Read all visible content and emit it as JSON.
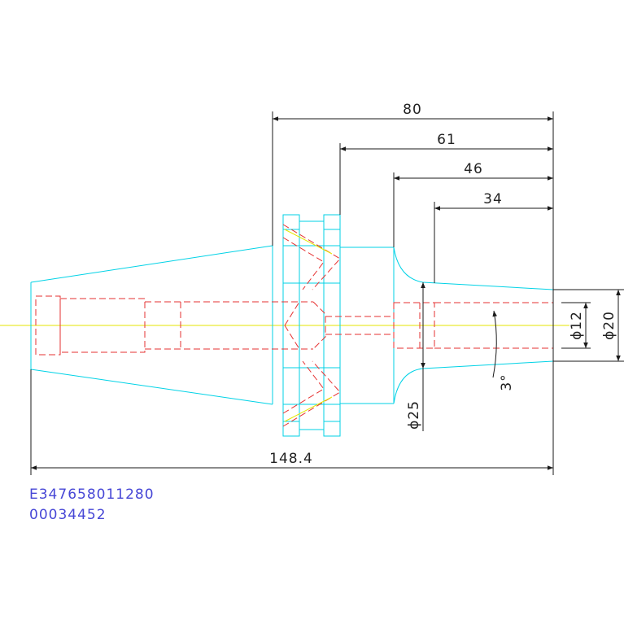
{
  "drawing": {
    "dimensions": {
      "overall_length": "148.4",
      "length_80": "80",
      "length_61": "61",
      "length_46": "46",
      "length_34": "34",
      "dia_12": "ϕ12",
      "dia_20": "ϕ20",
      "dia_25": "ϕ25",
      "taper_angle": "3°"
    },
    "notes": {
      "part_number": "E347658011280",
      "serial_number": "00034452"
    }
  },
  "colors": {
    "outline": "#00d2e6",
    "hidden": "#e63232",
    "centerline": "#e6e600",
    "dimension": "#1a1a1a",
    "note_text": "#4747d6"
  }
}
